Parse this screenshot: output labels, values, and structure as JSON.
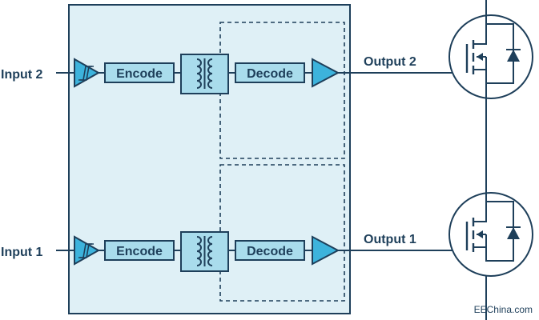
{
  "labels": {
    "input_2": "Input 2",
    "input_1": "Input 1",
    "output_2": "Output 2",
    "output_1": "Output 1",
    "encode": "Encode",
    "decode": "Decode",
    "watermark": "EEChina.com"
  },
  "colors": {
    "line": "#1e3f5a",
    "package_fill": "#dff0f6",
    "block_fill": "#a9dcec",
    "buffer_fill": "#3db3dc",
    "background": "#ffffff"
  },
  "icons": {
    "input_buffer": "schmitt-trigger-icon",
    "isolation": "transformer-icon",
    "output_buffer": "driver-buffer-icon",
    "switch": "mosfet-icon"
  }
}
